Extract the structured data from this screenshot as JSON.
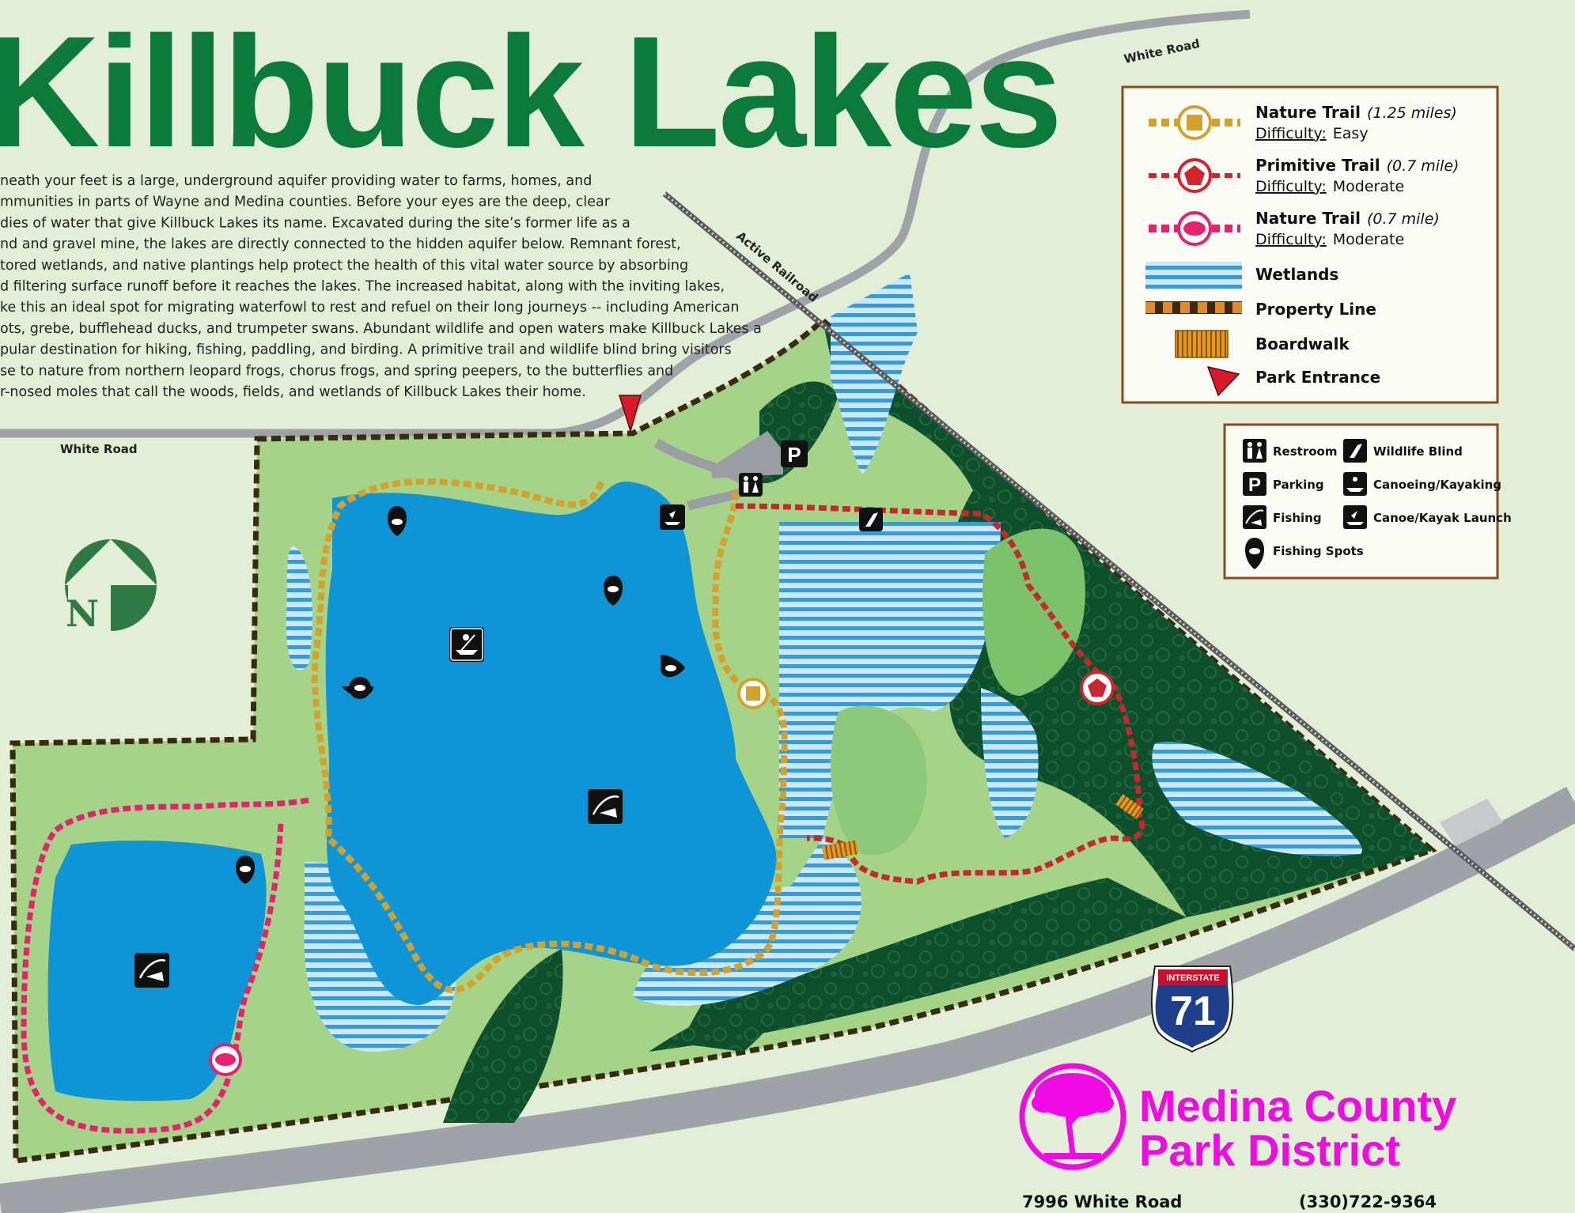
{
  "map": {
    "title": "Killbuck Lakes",
    "intro_lines": [
      "neath your feet is a large, underground aquifer providing water to farms, homes, and",
      "mmunities in parts of Wayne and Medina counties. Before your eyes are the deep, clear",
      "dies of water that give Killbuck Lakes its name. Excavated during the site’s former life as a",
      "nd and gravel mine, the lakes are directly connected to the hidden aquifer below. Remnant forest,",
      "tored wetlands, and native plantings help protect the health of this vital water source by absorbing",
      "d filtering surface runoff before it reaches the lakes. The increased habitat, along with the inviting lakes,",
      "ke this an ideal spot for migrating waterfowl to rest and refuel on their long journeys -- including American",
      "ots, grebe, bufflehead ducks, and trumpeter swans. Abundant wildlife and open waters make Killbuck Lakes a",
      "pular destination for hiking, fishing, paddling, and birding. A primitive trail and wildlife blind bring visitors",
      "se to nature from northern leopard frogs, chorus frogs, and spring peepers, to the butterflies and",
      "r-nosed moles that call the woods, fields, and wetlands of Killbuck Lakes their home."
    ],
    "road_labels": {
      "white_road_top": "White Road",
      "white_road_left": "White Road",
      "railroad": "Active Railroad"
    },
    "compass": {
      "letter": "N"
    },
    "interstate": {
      "label": "INTERSTATE",
      "number": "71"
    }
  },
  "legend": {
    "items": [
      {
        "title": "Nature Trail",
        "length": "(1.25 miles)",
        "difficulty_label": "Difficulty:",
        "difficulty": "Easy",
        "color": "#d4a22a"
      },
      {
        "title": "Primitive Trail",
        "length": "(0.7 mile)",
        "difficulty_label": "Difficulty:",
        "difficulty": "Moderate",
        "color": "#d2242b"
      },
      {
        "title": "Nature Trail",
        "length": "(0.7 mile)",
        "difficulty_label": "Difficulty:",
        "difficulty": "Moderate",
        "color": "#e8216f"
      },
      {
        "title": "Wetlands"
      },
      {
        "title": "Property Line"
      },
      {
        "title": "Boardwalk"
      },
      {
        "title": "Park Entrance"
      }
    ]
  },
  "amenities": {
    "items": [
      {
        "label": "Restroom",
        "icon": "restroom-icon"
      },
      {
        "label": "Wildlife Blind",
        "icon": "bird-icon"
      },
      {
        "label": "Parking",
        "icon": "parking-icon"
      },
      {
        "label": "Canoeing/Kayaking",
        "icon": "canoe-icon"
      },
      {
        "label": "Fishing",
        "icon": "fishing-icon"
      },
      {
        "label": "Canoe/Kayak Launch",
        "icon": "launch-icon"
      },
      {
        "label": "Fishing Spots",
        "icon": "fishing-spot-icon"
      }
    ]
  },
  "brand": {
    "line1": "Medina County",
    "line2": "Park District",
    "address": "7996 White Road",
    "phone": "(330)722-9364",
    "color": "#f20ae6"
  },
  "colors": {
    "water": "#0e95d7",
    "forest": "#0e4f2c",
    "meadow": "#a5d388",
    "grass": "#7cc26a",
    "background": "#e2eed6",
    "title": "#0b7a3b"
  }
}
